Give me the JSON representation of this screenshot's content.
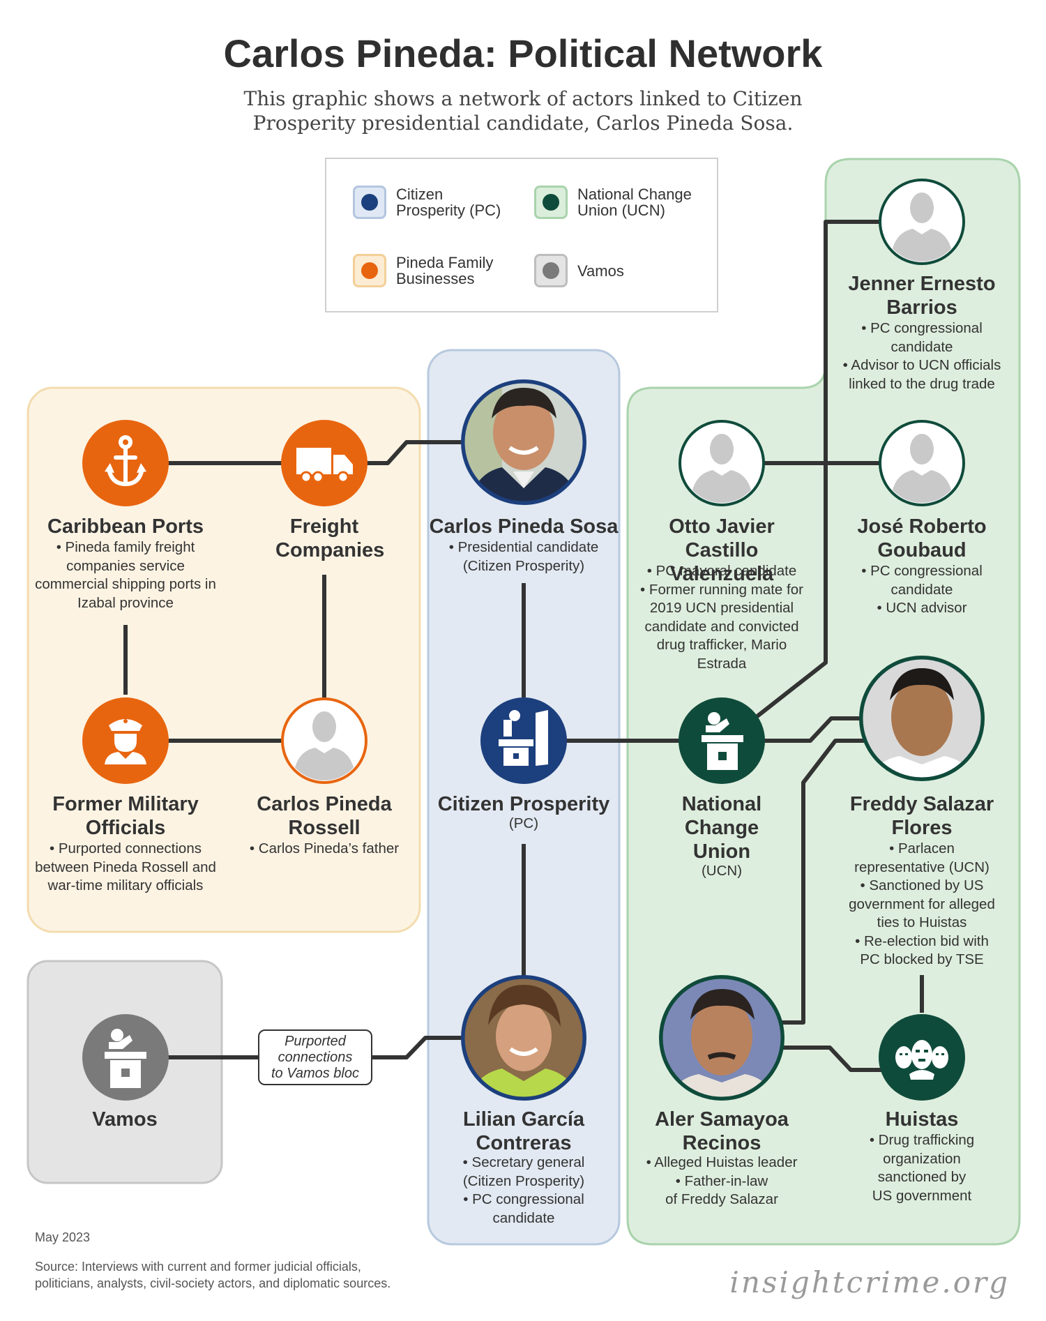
{
  "title": "Carlos Pineda: Political Network",
  "subtitle": "This graphic shows a network of actors linked to Citizen Prosperity presidential candidate, Carlos Pineda Sosa.",
  "colors": {
    "pc": "#1c3f7d",
    "ucn": "#0f4b3b",
    "family": "#e8650f",
    "vamos": "#7a7a7a",
    "line": "#333333"
  },
  "legend": [
    {
      "label": "Citizen Prosperity (PC)",
      "color": "#1c3f7d",
      "fill": "#dfe8f4",
      "border": "#b3c6df"
    },
    {
      "label": "National Change Union (UCN)",
      "color": "#0f4b3b",
      "fill": "#dbeedc",
      "border": "#a9d3ac"
    },
    {
      "label": "Pineda Family Businesses",
      "color": "#e8650f",
      "fill": "#fcecd3",
      "border": "#f3cf97"
    },
    {
      "label": "Vamos",
      "color": "#7a7a7a",
      "fill": "#e4e4e4",
      "border": "#bdbdbd"
    }
  ],
  "nodes": {
    "caribbean_ports": {
      "title": "Caribbean Ports",
      "desc": "• Pineda family freight companies service commercial shipping ports in Izabal province",
      "icon": "anchor-icon"
    },
    "freight": {
      "title": "Freight Companies",
      "desc": "",
      "icon": "truck-icon"
    },
    "military": {
      "title": "Former Military Officials",
      "desc": "• Purported connections between Pineda Rossell and war-time military officials",
      "icon": "military-officer-icon"
    },
    "rossell": {
      "title": "Carlos Pineda Rossell",
      "desc": "• Carlos Pineda’s father",
      "icon": "person-silhouette-icon"
    },
    "pineda_sosa": {
      "title": "Carlos Pineda Sosa",
      "desc": "• Presidential candidate\n(Citizen Prosperity)",
      "icon": "portrait-photo"
    },
    "pc": {
      "title": "Citizen Prosperity",
      "desc": "(PC)",
      "icon": "podium-icon"
    },
    "lilian": {
      "title": "Lilian García Contreras",
      "desc": "• Secretary general\n(Citizen Prosperity)\n• PC congressional\ncandidate",
      "icon": "portrait-photo"
    },
    "vamos": {
      "title": "Vamos",
      "desc": "",
      "icon": "podium-icon"
    },
    "jenner": {
      "title": "Jenner Ernesto Barrios",
      "desc": "• PC congressional\ncandidate\n• Advisor to UCN officials\nlinked to the drug trade",
      "icon": "person-silhouette-icon"
    },
    "otto": {
      "title": "Otto Javier Castillo Valenzuela",
      "desc": "• PC mayoral candidate\n• Former running mate for\n2019 UCN presidential\ncandidate and convicted\ndrug trafficker, Mario\nEstrada",
      "icon": "person-silhouette-icon"
    },
    "goubaud": {
      "title": "José Roberto Goubaud",
      "desc": "• PC congressional\ncandidate\n• UCN advisor",
      "icon": "person-silhouette-icon"
    },
    "ucn": {
      "title": "National Change Union",
      "desc": "(UCN)",
      "icon": "podium-icon"
    },
    "freddy": {
      "title": "Freddy Salazar Flores",
      "desc": "• Parlacen\nrepresentative (UCN)\n• Sanctioned by US\ngovernment for alleged\nties to Huistas\n• Re-election bid with\nPC blocked by TSE",
      "icon": "portrait-photo"
    },
    "aler": {
      "title": "Aler Samayoa Recinos",
      "desc": "• Alleged Huistas leader\n• Father-in-law\nof Freddy Salazar",
      "icon": "portrait-photo"
    },
    "huistas": {
      "title": "Huistas",
      "desc": "• Drug trafficking\norganization\nsanctioned by\nUS government",
      "icon": "masks-icon"
    }
  },
  "vamos_link_label": "Purported\nconnections\nto Vamos bloc",
  "footer": {
    "date": "May 2023",
    "source": "Source: Interviews with current and former judicial officials,\npoliticians, analysts, civil-society actors, and diplomatic sources.",
    "brand": "insightcrime.org"
  }
}
